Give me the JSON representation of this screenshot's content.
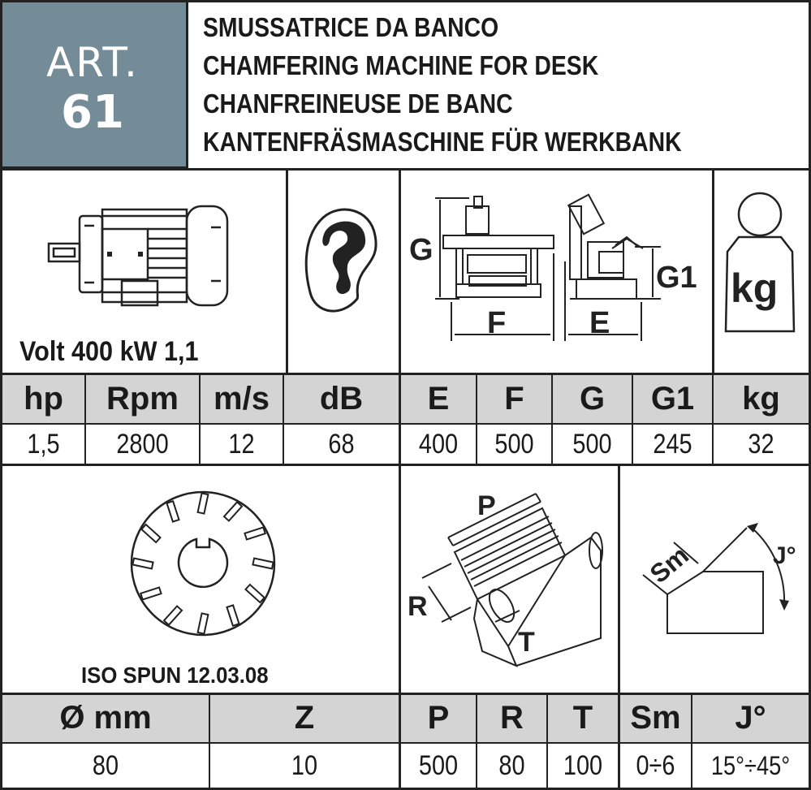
{
  "article": {
    "label": "ART.",
    "number": "61"
  },
  "titles": [
    "SMUSSATRICE DA BANCO",
    "CHAMFERING MACHINE FOR DESK",
    "CHANFREINEUSE DE BANC",
    "KANTENFRÄSMASCHINE FÜR WERKBANK"
  ],
  "motor_caption": "Volt 400 kW 1,1",
  "dimension_labels": {
    "g": "G",
    "f": "F",
    "e": "E",
    "g1": "G1",
    "kg": "kg"
  },
  "table1": {
    "headers": [
      "hp",
      "Rpm",
      "m/s",
      "dB",
      "E",
      "F",
      "G",
      "G1",
      "kg"
    ],
    "values": [
      "1,5",
      "2800",
      "12",
      "68",
      "400",
      "500",
      "500",
      "245",
      "32"
    ]
  },
  "cutter_caption": "ISO SPUN 12.03.08",
  "table_labels": {
    "p": "P",
    "r": "R",
    "t": "T",
    "sm": "Sm",
    "j": "J°"
  },
  "table2": {
    "headers": [
      "Ø mm",
      "Z",
      "P",
      "R",
      "T",
      "Sm",
      "J°"
    ],
    "values": [
      "80",
      "10",
      "500",
      "80",
      "100",
      "0÷6",
      "15°÷45°"
    ]
  }
}
